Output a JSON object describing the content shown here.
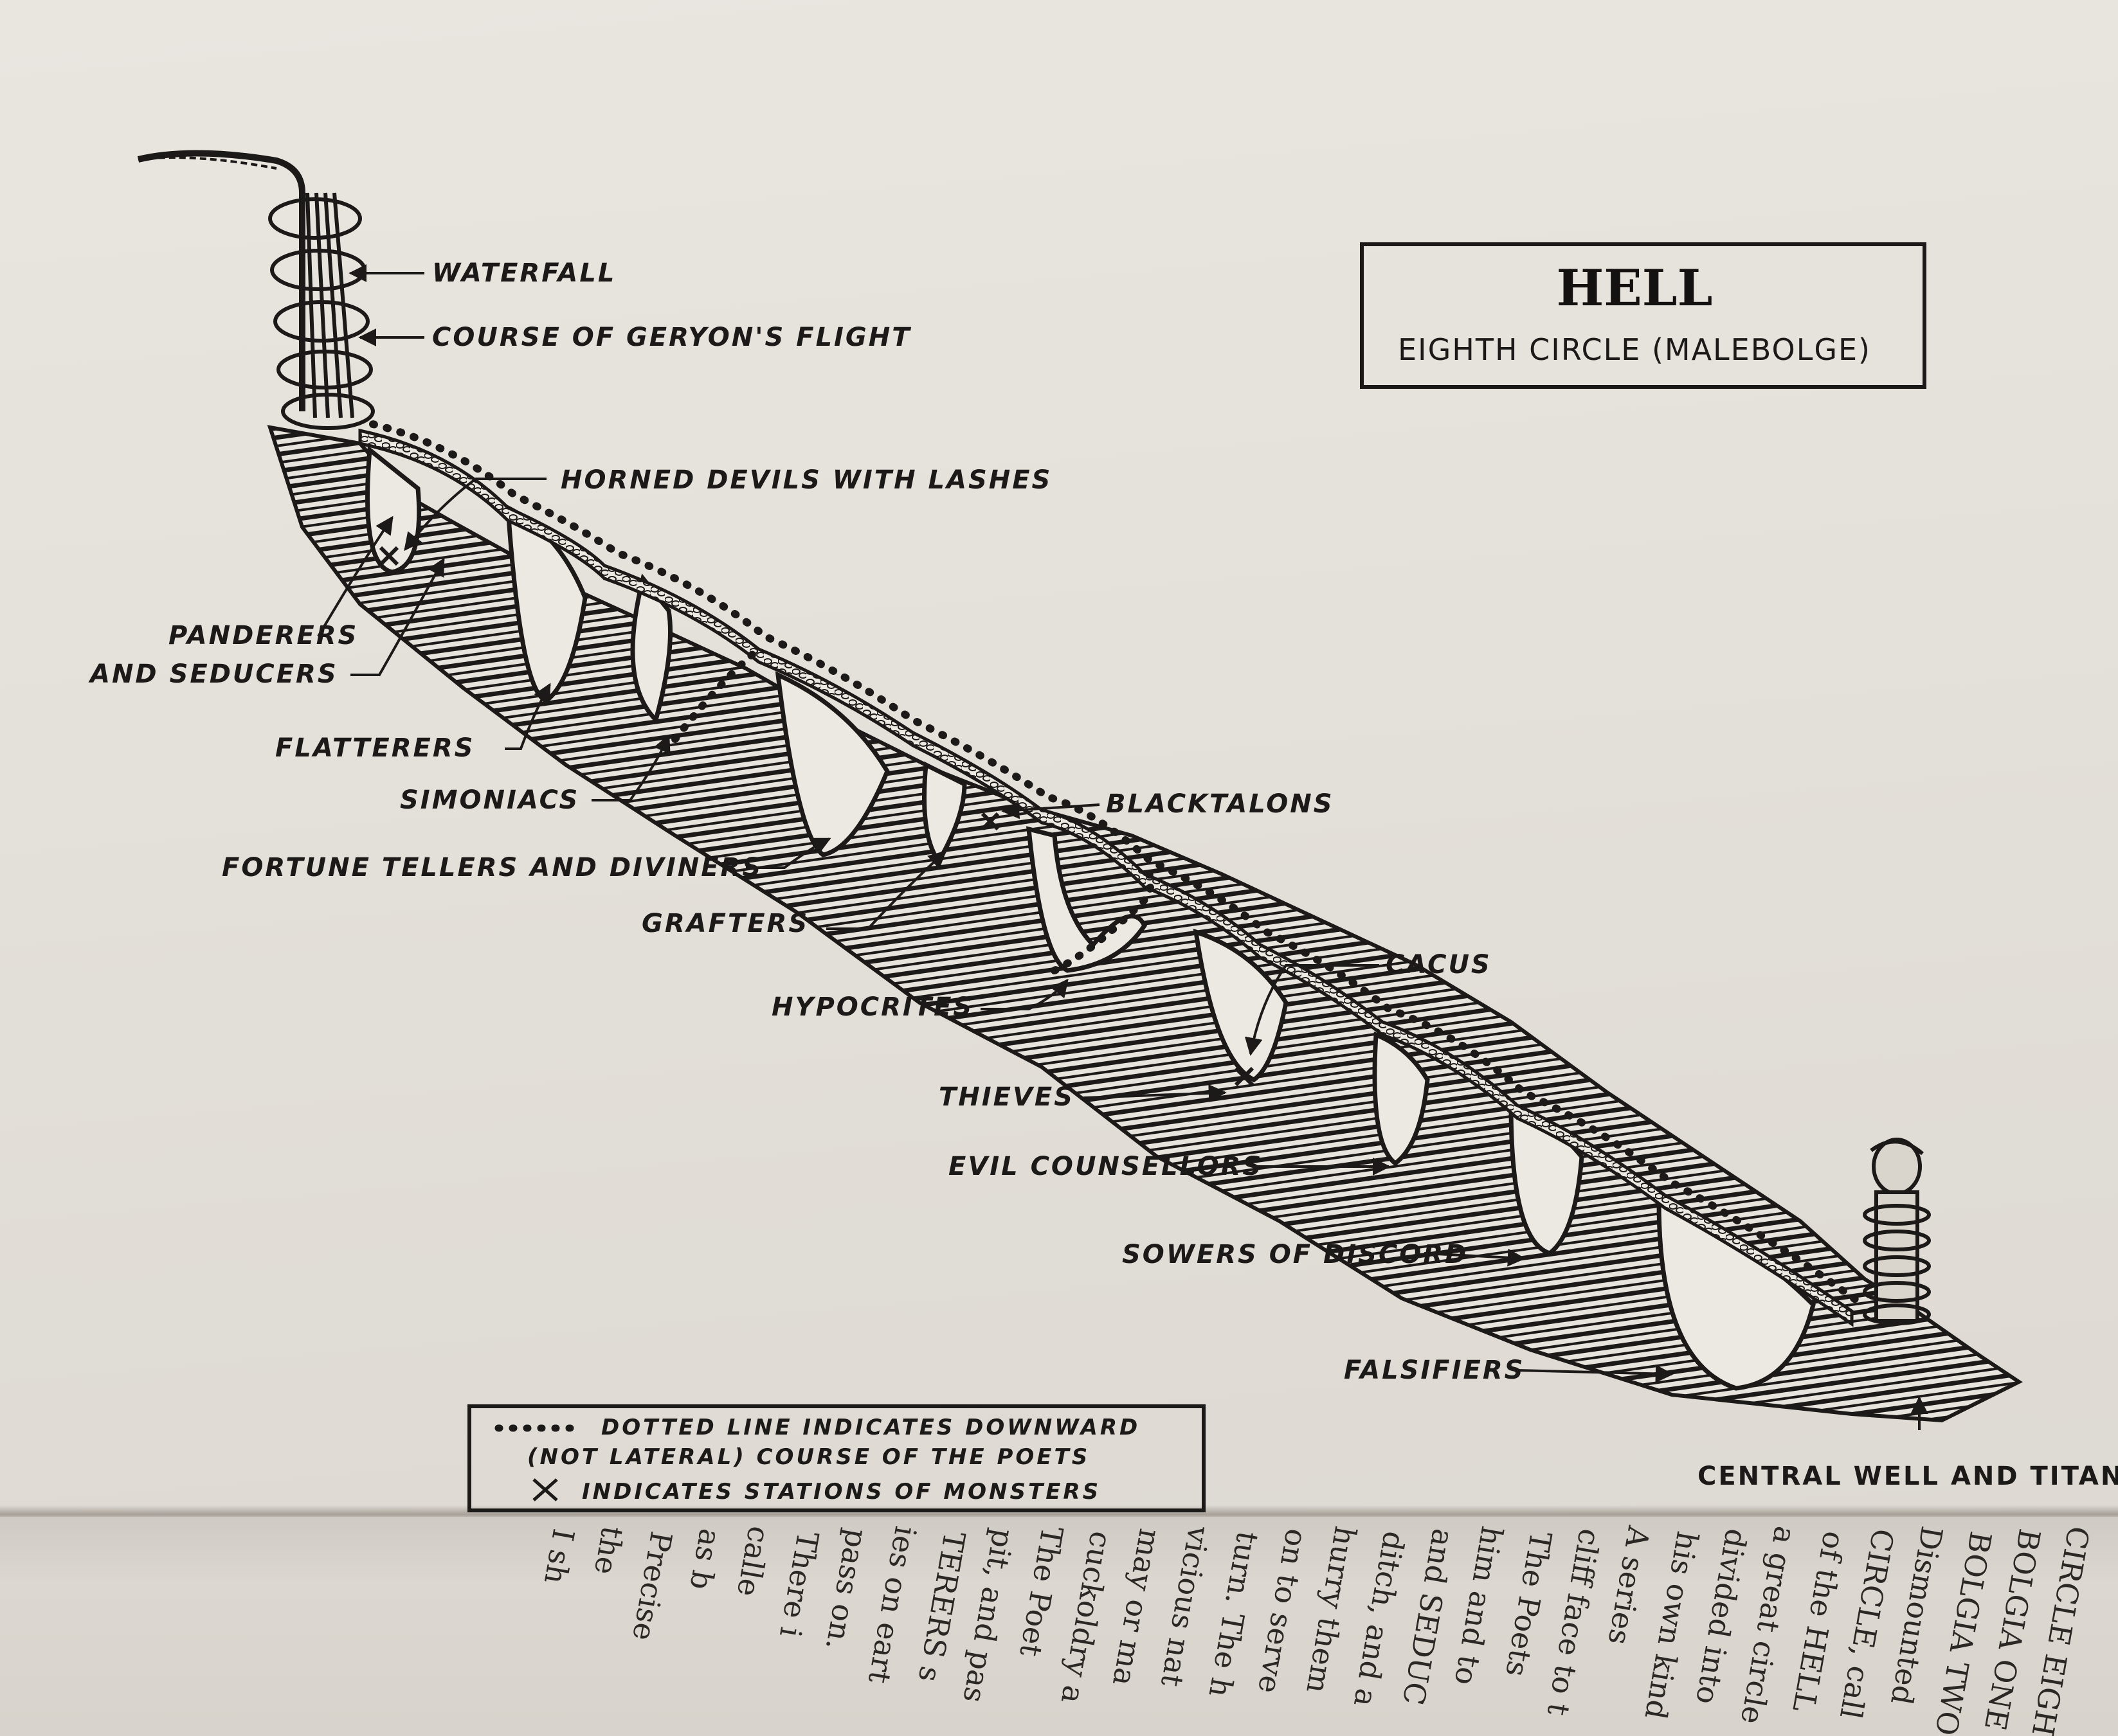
{
  "title": "HELL",
  "subtitle": "EIGHTH CIRCLE (MALEBOLGE)",
  "labels": {
    "waterfall": "WATERFALL",
    "geryon": "COURSE OF GERYON'S FLIGHT",
    "horned_devils": "HORNED DEVILS WITH LASHES",
    "panderers_1": "PANDERERS",
    "panderers_2": "AND SEDUCERS",
    "flatterers": "FLATTERERS",
    "simoniacs": "SIMONIACS",
    "fortune_tellers": "FORTUNE TELLERS AND DIVINERS",
    "grafters": "GRAFTERS",
    "blacktalons": "BLACKTALONS",
    "hypocrites": "HYPOCRITES",
    "cacus": "CACUS",
    "thieves": "THIEVES",
    "evil_counsellors": "EVIL COUNSELLORS",
    "sowers": "SOWERS OF DISCORD",
    "falsifiers": "FALSIFIERS",
    "central_well": "CENTRAL WELL AND TITANS"
  },
  "legend": {
    "line1": "DOTTED LINE INDICATES DOWNWARD",
    "line2": "(NOT LATERAL)  COURSE OF THE POETS",
    "line3": "INDICATES STATIONS OF MONSTERS"
  },
  "facing_page_lines": [
    "CIRCLE EIGH",
    "BOLGIA ONE",
    "BOLGIA TWO",
    "Dismounted",
    "CIRCLE, call",
    "of the HELL",
    "a great circle",
    "divided into",
    "his own kind",
    "A series",
    "cliff face to t",
    "The Poets",
    "him and to",
    "and SEDUC",
    "ditch, and a",
    "hurry them",
    "on to serve",
    "turn. The h",
    "vicious nat",
    "may or ma",
    "cuckoldry a",
    "The Poet",
    "pit, and pas",
    "TERERS s",
    "ies on eart",
    "pass on.",
    "There i",
    "calle",
    "as b",
    "Precise",
    "the",
    "I sh"
  ],
  "colors": {
    "ink": "#1c1a18",
    "paper": "#e6e2dc"
  }
}
